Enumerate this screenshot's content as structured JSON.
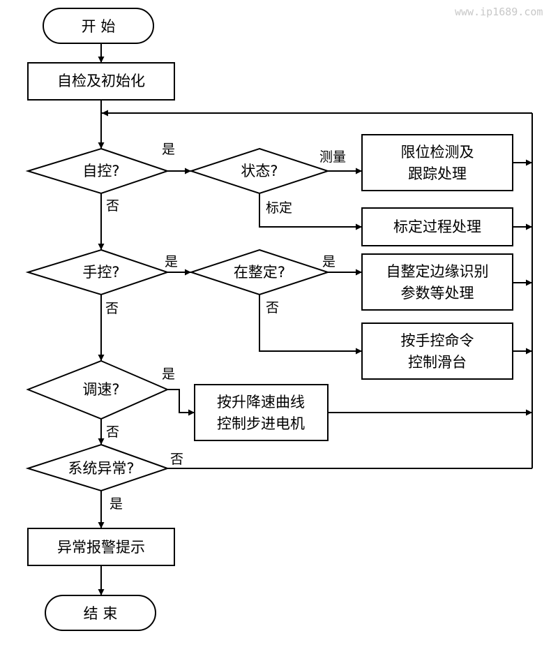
{
  "watermark": "www.ip1689.com",
  "nodes": {
    "start": "开 始",
    "init": "自检及初始化",
    "auto": "自控?",
    "state": "状态?",
    "limit_line1": "限位检测及",
    "limit_line2": "跟踪处理",
    "calib_proc": "标定过程处理",
    "manual": "手控?",
    "tuning": "在整定?",
    "self_tune_line1": "自整定边缘识别",
    "self_tune_line2": "参数等处理",
    "manual_ctrl_line1": "按手控命令",
    "manual_ctrl_line2": "控制滑台",
    "speed": "调速?",
    "speed_curve_line1": "按升降速曲线",
    "speed_curve_line2": "控制步进电机",
    "error": "系统异常?",
    "alarm": "异常报警提示",
    "end": "结 束"
  },
  "edges": {
    "auto_yes": "是",
    "auto_no": "否",
    "state_measure": "测量",
    "state_calib": "标定",
    "manual_yes": "是",
    "manual_no": "否",
    "tuning_yes": "是",
    "tuning_no": "否",
    "speed_yes": "是",
    "speed_no": "否",
    "error_no": "否",
    "error_yes": "是"
  }
}
